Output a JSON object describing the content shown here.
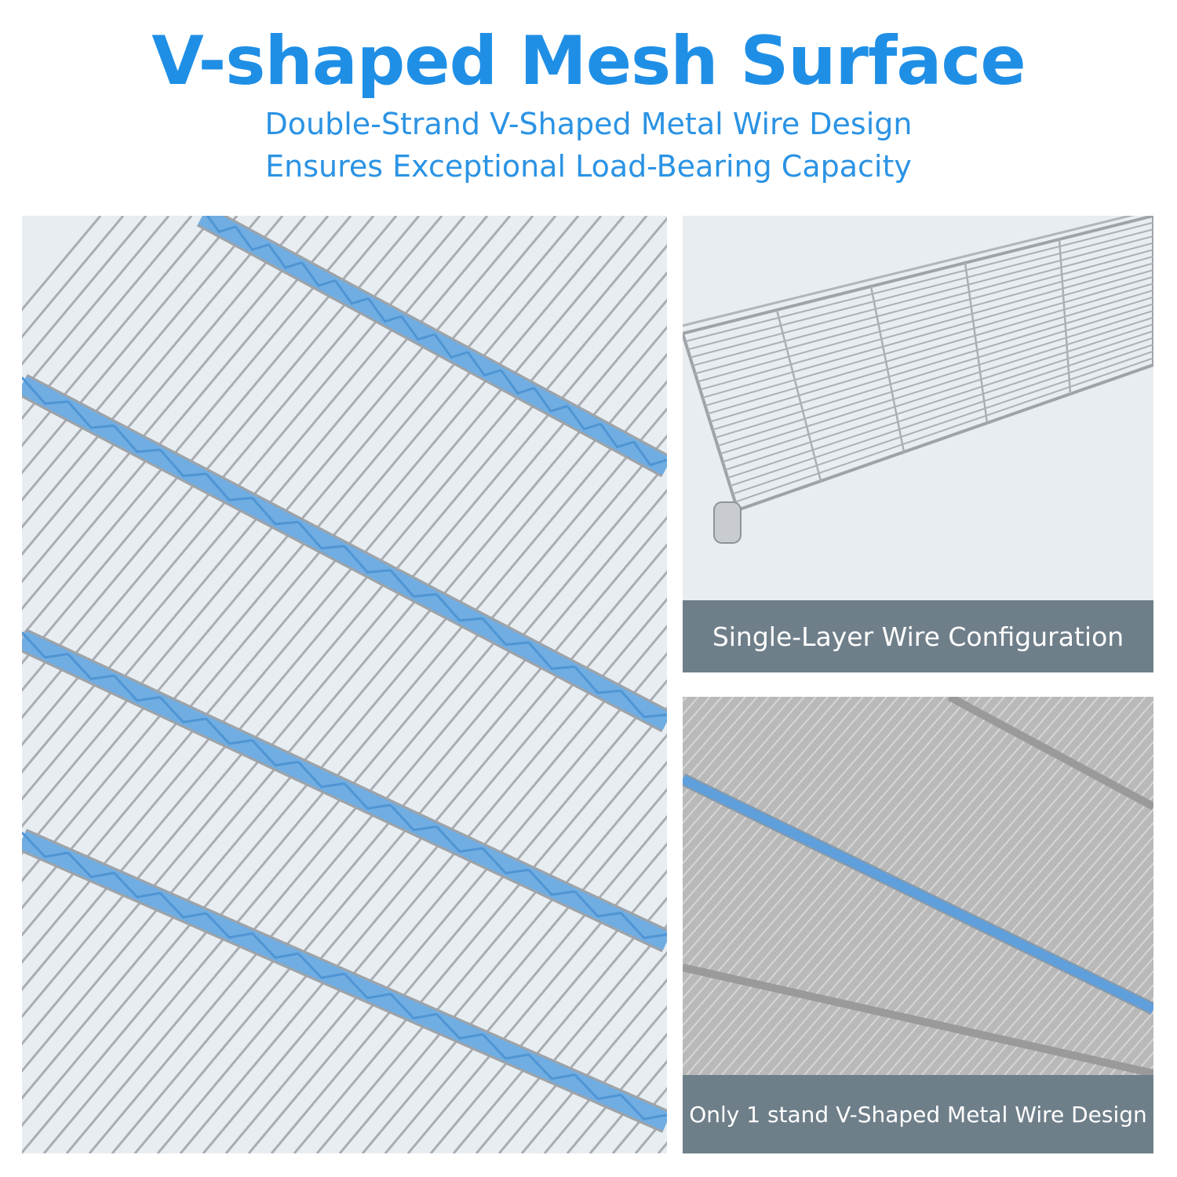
{
  "header": {
    "title": "V-shaped Mesh Surface",
    "subtitle_line1": "Double-Strand V-Shaped Metal Wire Design",
    "subtitle_line2": "Ensures Exceptional Load-Bearing Capacity"
  },
  "panels": {
    "single_layer_caption": "Single-Layer Wire Configuration",
    "single_strand_caption": "Only 1 stand V-Shaped Metal Wire Design"
  },
  "colors": {
    "accent": "#1f8fe6",
    "highlight_band": "#6aaee8",
    "caption_bg": "#6f7f8a",
    "panel_bg": "#e8edf1",
    "gray_panel_bg": "#b9b9b9"
  }
}
